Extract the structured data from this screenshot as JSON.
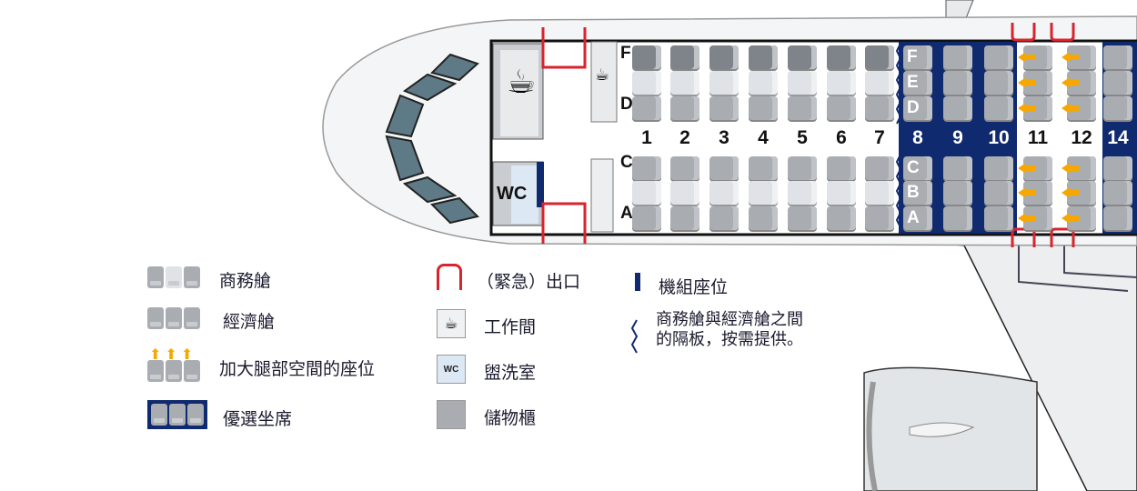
{
  "cabin": {
    "letters_top": [
      "F",
      "E",
      "D"
    ],
    "letters_bottom": [
      "C",
      "B",
      "A"
    ],
    "galley_label": "WC",
    "rows": [
      {
        "number": "1",
        "class": "business",
        "preferred": false,
        "extra_legroom": false
      },
      {
        "number": "2",
        "class": "business",
        "preferred": false,
        "extra_legroom": false
      },
      {
        "number": "3",
        "class": "business",
        "preferred": false,
        "extra_legroom": false
      },
      {
        "number": "4",
        "class": "business",
        "preferred": false,
        "extra_legroom": false
      },
      {
        "number": "5",
        "class": "business",
        "preferred": false,
        "extra_legroom": false
      },
      {
        "number": "6",
        "class": "business",
        "preferred": false,
        "extra_legroom": false
      },
      {
        "number": "7",
        "class": "business",
        "preferred": false,
        "extra_legroom": false
      },
      {
        "number": "8",
        "class": "economy",
        "preferred": true,
        "extra_legroom": false
      },
      {
        "number": "9",
        "class": "economy",
        "preferred": true,
        "extra_legroom": false
      },
      {
        "number": "10",
        "class": "economy",
        "preferred": true,
        "extra_legroom": false
      },
      {
        "number": "11",
        "class": "economy",
        "preferred": false,
        "extra_legroom": true
      },
      {
        "number": "12",
        "class": "economy",
        "preferred": false,
        "extra_legroom": true
      },
      {
        "number": "14",
        "class": "economy",
        "preferred": true,
        "extra_legroom": false
      }
    ]
  },
  "colors": {
    "preferred": "#0f2a6e",
    "exit": "#d9232d",
    "arrow": "#f6a800",
    "seat": "#a9adb2"
  },
  "legend": {
    "business": "商務艙",
    "economy": "經濟艙",
    "extra_legroom": "加大腿部空間的座位",
    "preferred": "優選坐席",
    "exit": "（緊急）出口",
    "galley": "工作間",
    "lavatory": "盥洗室",
    "lavatory_icon": "WC",
    "storage": "儲物櫃",
    "crew_seat": "機組座位",
    "divider_line1": "商務艙與經濟艙之間",
    "divider_line2": "的隔板，按需提供。"
  }
}
